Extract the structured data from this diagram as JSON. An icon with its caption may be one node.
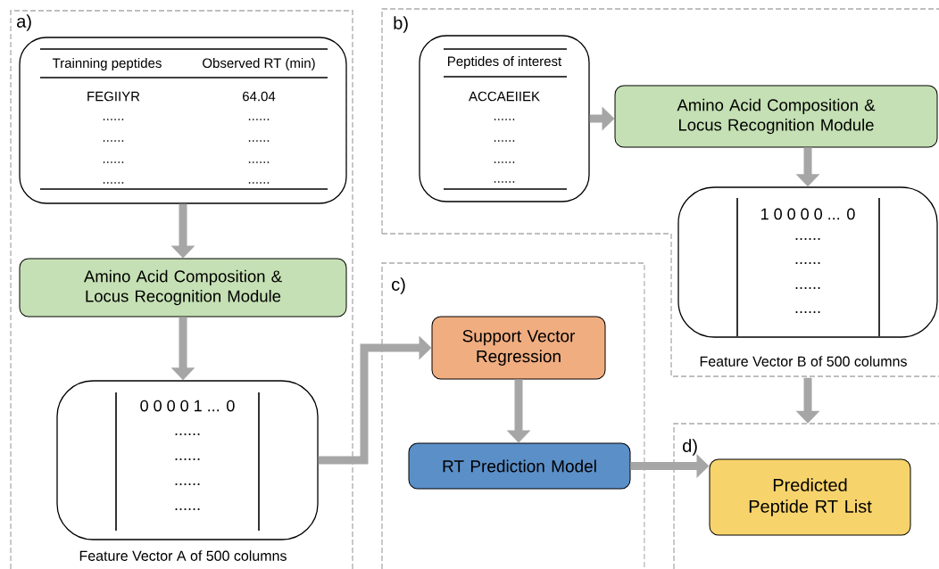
{
  "diagram": {
    "nodes": [
      {
        "text": [
          "a)"
        ]
      },
      {
        "text": [
          "Trainning peptides",
          "Observed RT (min)",
          "FEGIIYR",
          "64.04",
          "......",
          "......",
          "......",
          "......",
          "......",
          "......",
          "......",
          "......"
        ],
        "in": 0
      },
      {
        "text": [
          "Amino Acid Composition & Locus Recognition Module"
        ],
        "in": 0
      },
      {
        "text": [
          "0 0 0 0 1 ... 0",
          "......",
          "......",
          "......",
          "......"
        ],
        "beside": [
          "Feature Vector A of 500 columns"
        ],
        "in": 0
      },
      {
        "text": [
          "b)"
        ]
      },
      {
        "text": [
          "Peptides of interest",
          "ACCAEIIEK",
          "......",
          "......",
          "......",
          "......"
        ],
        "in": 4
      },
      {
        "text": [
          "Amino Acid Composition & Locus Recognition Module"
        ],
        "in": 4
      },
      {
        "text": [
          "1 0 0 0 0 ... 0",
          "......",
          "......",
          "......",
          "......"
        ],
        "beside": [
          "Feature Vector B of 500 columns"
        ],
        "in": 4
      },
      {
        "text": [
          "c)"
        ]
      },
      {
        "text": [
          "Support Vector Regression"
        ]
      },
      {
        "text": [
          "RT Prediction Model"
        ],
        "in": 8
      },
      {
        "text": [
          "d)"
        ]
      },
      {
        "text": [
          "Predicted Peptide RT List"
        ],
        "in": 11
      }
    ],
    "edges": [
      {
        "from": 1,
        "to": 2,
        "arrow": "to"
      },
      {
        "from": 2,
        "to": 3,
        "arrow": "to"
      },
      {
        "from": 3,
        "to": 9,
        "arrow": "to"
      },
      {
        "from": 5,
        "to": 6,
        "arrow": "to"
      },
      {
        "from": 6,
        "to": 7,
        "arrow": "to"
      },
      {
        "from": 7,
        "to": 11,
        "arrow": "to"
      },
      {
        "from": 9,
        "to": 10,
        "arrow": "to"
      },
      {
        "from": 10,
        "to": 12,
        "arrow": "to"
      }
    ]
  }
}
